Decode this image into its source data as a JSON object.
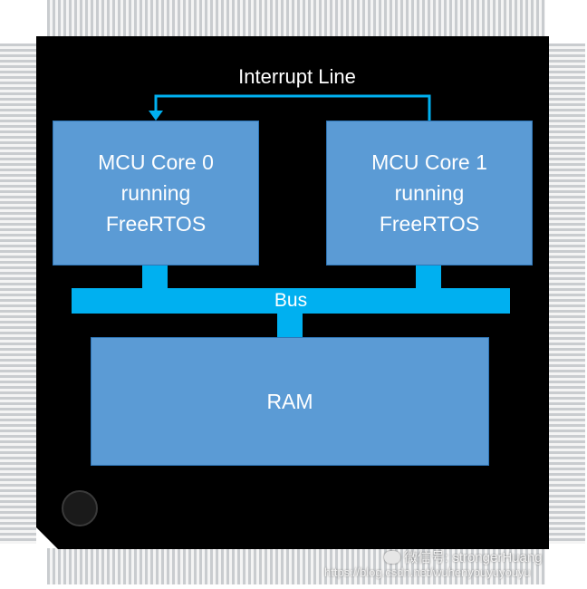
{
  "diagram": {
    "interrupt_label": "Interrupt Line",
    "core0": {
      "line1": "MCU Core 0",
      "line2": "running",
      "line3": "FreeRTOS"
    },
    "core1": {
      "line1": "MCU Core 1",
      "line2": "running",
      "line3": "FreeRTOS"
    },
    "bus_label": "Bus",
    "ram_label": "RAM"
  },
  "watermark": {
    "wechat": "微信号: strongerHuang",
    "url": "https://blog.csdn.net/wuhenyouyuyouyu"
  },
  "colors": {
    "block_fill": "#5b9bd5",
    "bus_fill": "#00b0f0",
    "chip": "#000000"
  }
}
